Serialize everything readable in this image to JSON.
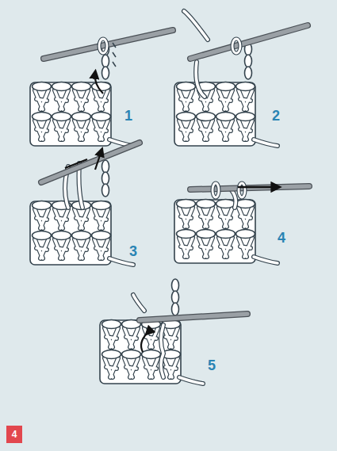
{
  "diagram": {
    "nodes": [
      {
        "text": [
          "4"
        ]
      }
    ],
    "labels": [
      "1",
      "2",
      "3",
      "4",
      "5"
    ]
  }
}
